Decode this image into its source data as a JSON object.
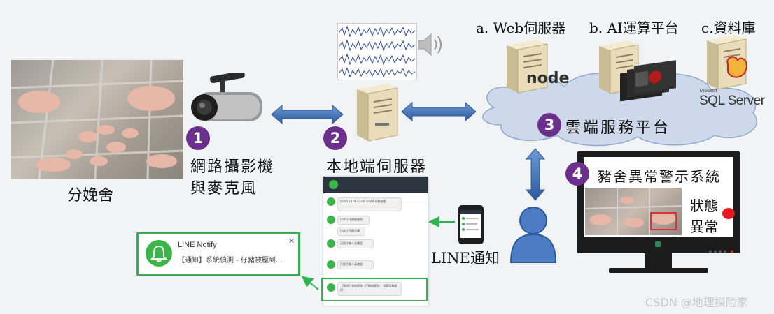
{
  "farrowing_label": "分娩舍",
  "camera": {
    "badge": "1",
    "line1": "網路攝影機",
    "line2": "與麥克風"
  },
  "local_server": {
    "badge": "2",
    "label": "本地端伺服器"
  },
  "cloud": {
    "badge": "3",
    "label": "雲端服務平台",
    "web_label": "a. Web伺服器",
    "ai_label": "b. AI運算平台",
    "db_label": "c.資料庫",
    "node_logo": "node",
    "sql_logo_small": "Microsoft",
    "sql_logo": "SQL Server"
  },
  "alert_system": {
    "badge": "4",
    "title": "豬舍異常警示系統",
    "status_line1": "狀態",
    "status_line2": "異常"
  },
  "line_notify_label": "LINE通知",
  "notify_popup": {
    "title": "LINE Notify",
    "message": "【通知】系統偵測 - 仔豬被壓到...",
    "close": "✕"
  },
  "chat": {
    "messages": [
      "[test] 2019-12-06 10:48 仔豬被壓",
      "[test] 仔豬被壓到",
      "[test] 仔豬沒事",
      "已經仔豬人員確認",
      "已經仔豬人員確認",
      "【通知】系統偵測 - 仔豬被壓到！ 請管理員處理"
    ]
  },
  "watermark": "CSDN @地理探险家",
  "colors": {
    "badge": "#6b2f8c",
    "arrow": "#3d6fb0",
    "line_green": "#2eb350",
    "cloud": "#cdd9ea"
  }
}
